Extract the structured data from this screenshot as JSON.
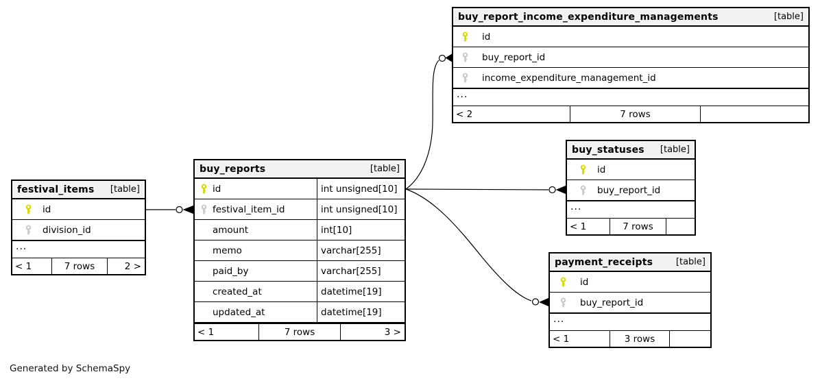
{
  "diagram": {
    "credit": "Generated by SchemaSpy",
    "colors": {
      "primary_key": "#d9d900",
      "foreign_key": "#c9c9c9",
      "header_bg": "#f2f2f2",
      "border": "#000000",
      "background": "#ffffff"
    },
    "tables": [
      {
        "id": "buy_report_income_expenditure_managements",
        "name": "buy_report_income_expenditure_managements",
        "tag": "[table]",
        "columns": [
          {
            "name": "id",
            "key": "primary"
          },
          {
            "name": "buy_report_id",
            "key": "foreign"
          },
          {
            "name": "income_expenditure_management_id",
            "key": "foreign"
          }
        ],
        "truncated": true,
        "ellipsis": "...",
        "footer": {
          "parents": "< 2",
          "rows": "7 rows",
          "children": ""
        }
      },
      {
        "id": "buy_statuses",
        "name": "buy_statuses",
        "tag": "[table]",
        "columns": [
          {
            "name": "id",
            "key": "primary"
          },
          {
            "name": "buy_report_id",
            "key": "foreign"
          }
        ],
        "truncated": true,
        "ellipsis": "...",
        "footer": {
          "parents": "< 1",
          "rows": "7 rows",
          "children": ""
        }
      },
      {
        "id": "buy_reports",
        "name": "buy_reports",
        "tag": "[table]",
        "columns": [
          {
            "name": "id",
            "key": "primary",
            "type": "int unsigned[10]"
          },
          {
            "name": "festival_item_id",
            "key": "foreign",
            "type": "int unsigned[10]"
          },
          {
            "name": "amount",
            "key": "none",
            "type": "int[10]"
          },
          {
            "name": "memo",
            "key": "none",
            "type": "varchar[255]"
          },
          {
            "name": "paid_by",
            "key": "none",
            "type": "varchar[255]"
          },
          {
            "name": "created_at",
            "key": "none",
            "type": "datetime[19]"
          },
          {
            "name": "updated_at",
            "key": "none",
            "type": "datetime[19]"
          }
        ],
        "truncated": false,
        "ellipsis": "",
        "footer": {
          "parents": "< 1",
          "rows": "7 rows",
          "children": "3 >"
        }
      },
      {
        "id": "festival_items",
        "name": "festival_items",
        "tag": "[table]",
        "columns": [
          {
            "name": "id",
            "key": "primary"
          },
          {
            "name": "division_id",
            "key": "foreign"
          }
        ],
        "truncated": true,
        "ellipsis": "...",
        "footer": {
          "parents": "< 1",
          "rows": "7 rows",
          "children": "2 >"
        }
      },
      {
        "id": "payment_receipts",
        "name": "payment_receipts",
        "tag": "[table]",
        "columns": [
          {
            "name": "id",
            "key": "primary"
          },
          {
            "name": "buy_report_id",
            "key": "foreign"
          }
        ],
        "truncated": true,
        "ellipsis": "...",
        "footer": {
          "parents": "< 1",
          "rows": "3 rows",
          "children": ""
        }
      }
    ],
    "relationships": [
      {
        "from": "festival_items.id",
        "to": "buy_reports.festival_item_id"
      },
      {
        "from": "buy_reports.id",
        "to": "buy_report_income_expenditure_managements.buy_report_id"
      },
      {
        "from": "buy_reports.id",
        "to": "buy_statuses.buy_report_id"
      },
      {
        "from": "buy_reports.id",
        "to": "payment_receipts.buy_report_id"
      }
    ]
  }
}
